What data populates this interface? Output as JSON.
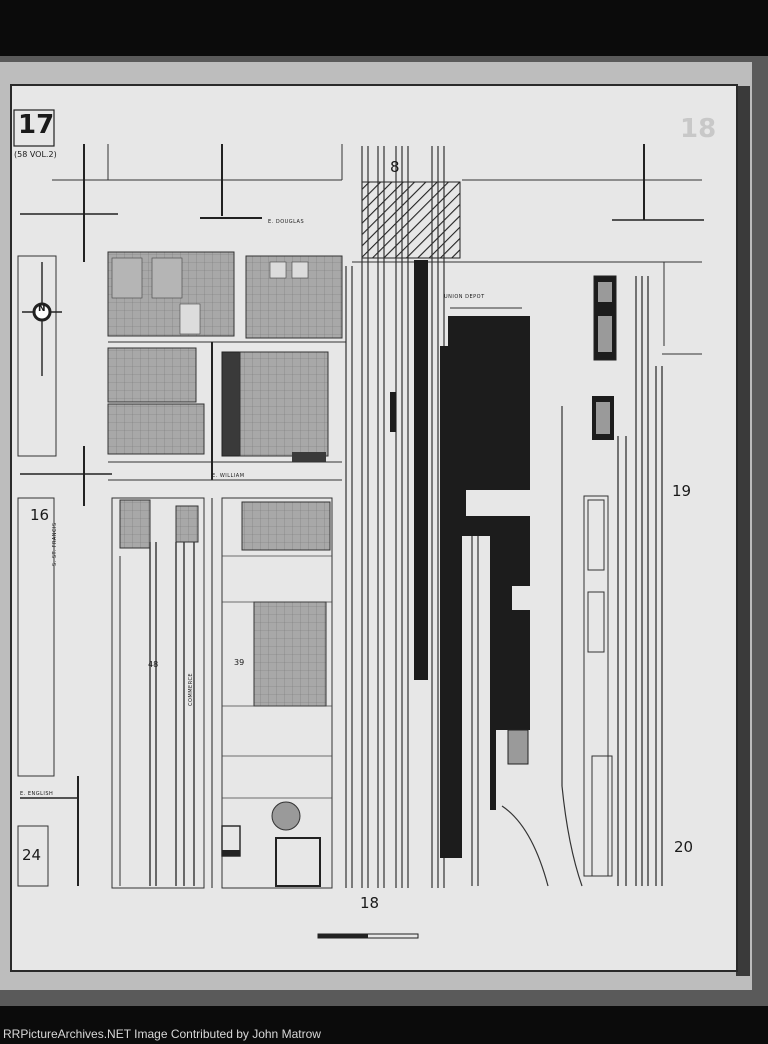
{
  "map": {
    "sheet_number": "17",
    "sheet_volume_note": "(58 VOL.2)",
    "corner_ghost_number": "18",
    "adjacent_sheets": {
      "left_top": "16",
      "left_bottom": "24",
      "right_top": "19",
      "right_bottom": "20",
      "bottom": "18",
      "top_center": "8"
    },
    "block_numbers": {
      "mid": "48",
      "lower_mid": "39"
    },
    "streets": {
      "douglas": "E. DOUGLAS",
      "william": "E. WILLIAM",
      "english": "E. ENGLISH",
      "st_francis": "S. ST. FRANCIS",
      "commerce": "COMMERCE"
    },
    "depot_label": "UNION DEPOT",
    "compass": "N"
  },
  "credit": "RRPictureArchives.NET Image Contributed by John Matrow",
  "colors": {
    "paper": "#e7e7e7",
    "ink": "#1a1a1a",
    "building_fill": "#9c9c9c",
    "depot_fill": "#1c1c1c"
  }
}
